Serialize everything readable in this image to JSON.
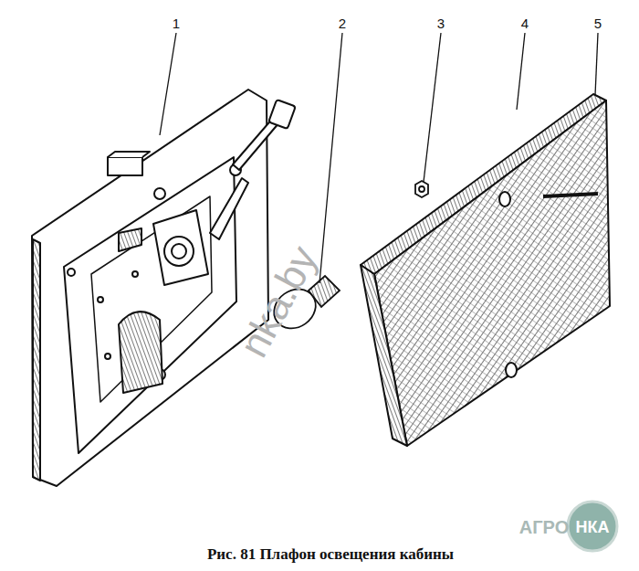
{
  "diagram": {
    "caption": "Рис. 81 Плафон освещения кабины",
    "labels": [
      "1",
      "2",
      "3",
      "4",
      "5",
      "nka.by",
      "АГРО",
      "НКА"
    ]
  }
}
